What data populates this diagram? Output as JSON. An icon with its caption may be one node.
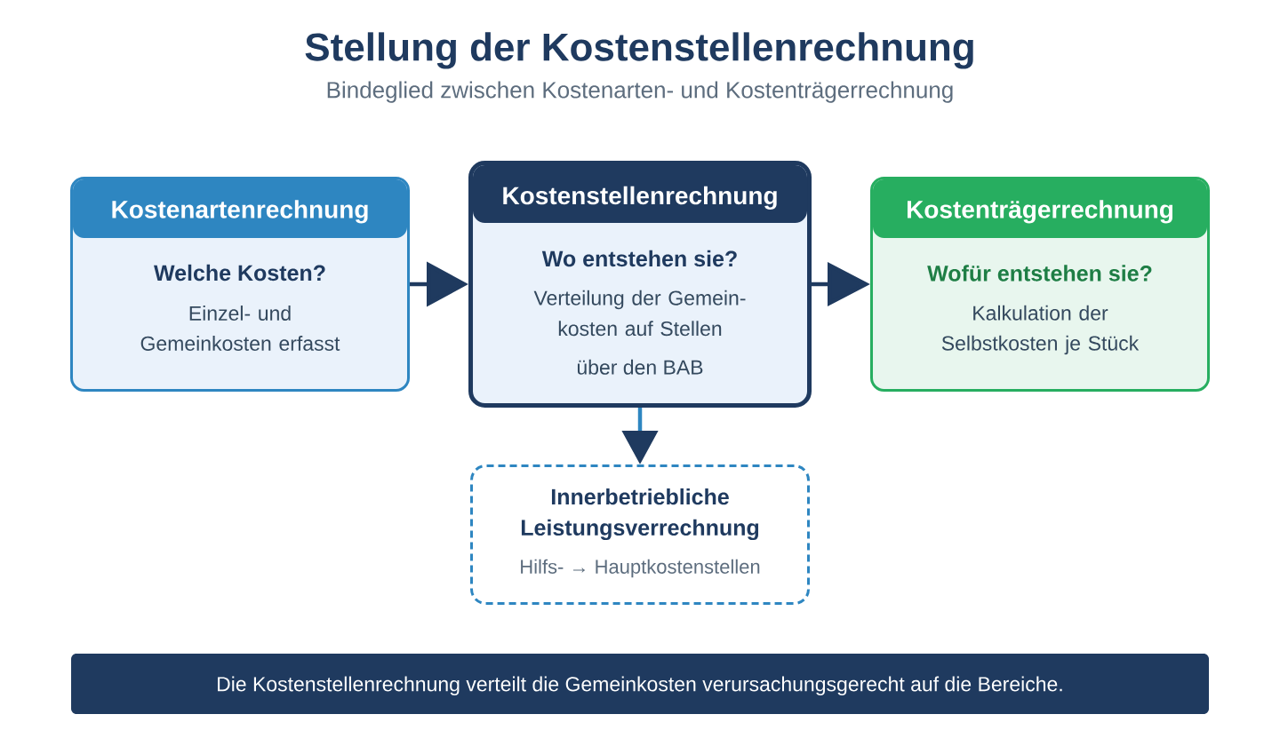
{
  "diagram": {
    "title": "Stellung der Kostenstellenrechnung",
    "nodes": [
      {
        "text": [
          "Kostenartenrechnung",
          "Welche Kosten?",
          "Einzel- und Gemeinkosten erfasst"
        ]
      },
      {
        "text": [
          "Kostenstellenrechnung",
          "Wo entstehen sie?",
          "Verteilung der Gemein- kosten auf Stellen",
          "über den BAB"
        ]
      },
      {
        "text": [
          "Kostenträgerrechnung",
          "Wofür entstehen sie?",
          "Kalkulation der Selbstkosten je Stück"
        ]
      },
      {
        "text": [
          "Innerbetriebliche Leistungsverrechnung",
          "Hilfs- → Hauptkostenstellen"
        ]
      },
      {
        "text": [
          "Die Kostenstellenrechnung verteilt die Gemeinkosten verursachungsgerecht auf die Bereiche."
        ]
      }
    ],
    "edges": [
      {
        "from": 0,
        "to": 1,
        "arrow": "to"
      },
      {
        "from": 1,
        "to": 2,
        "arrow": "to"
      },
      {
        "from": 1,
        "to": 3,
        "arrow": "to",
        "color": "#2e86c1"
      }
    ],
    "labels": [
      "Bindeglied zwischen Kostenarten- und Kostenträgerrechnung"
    ]
  }
}
